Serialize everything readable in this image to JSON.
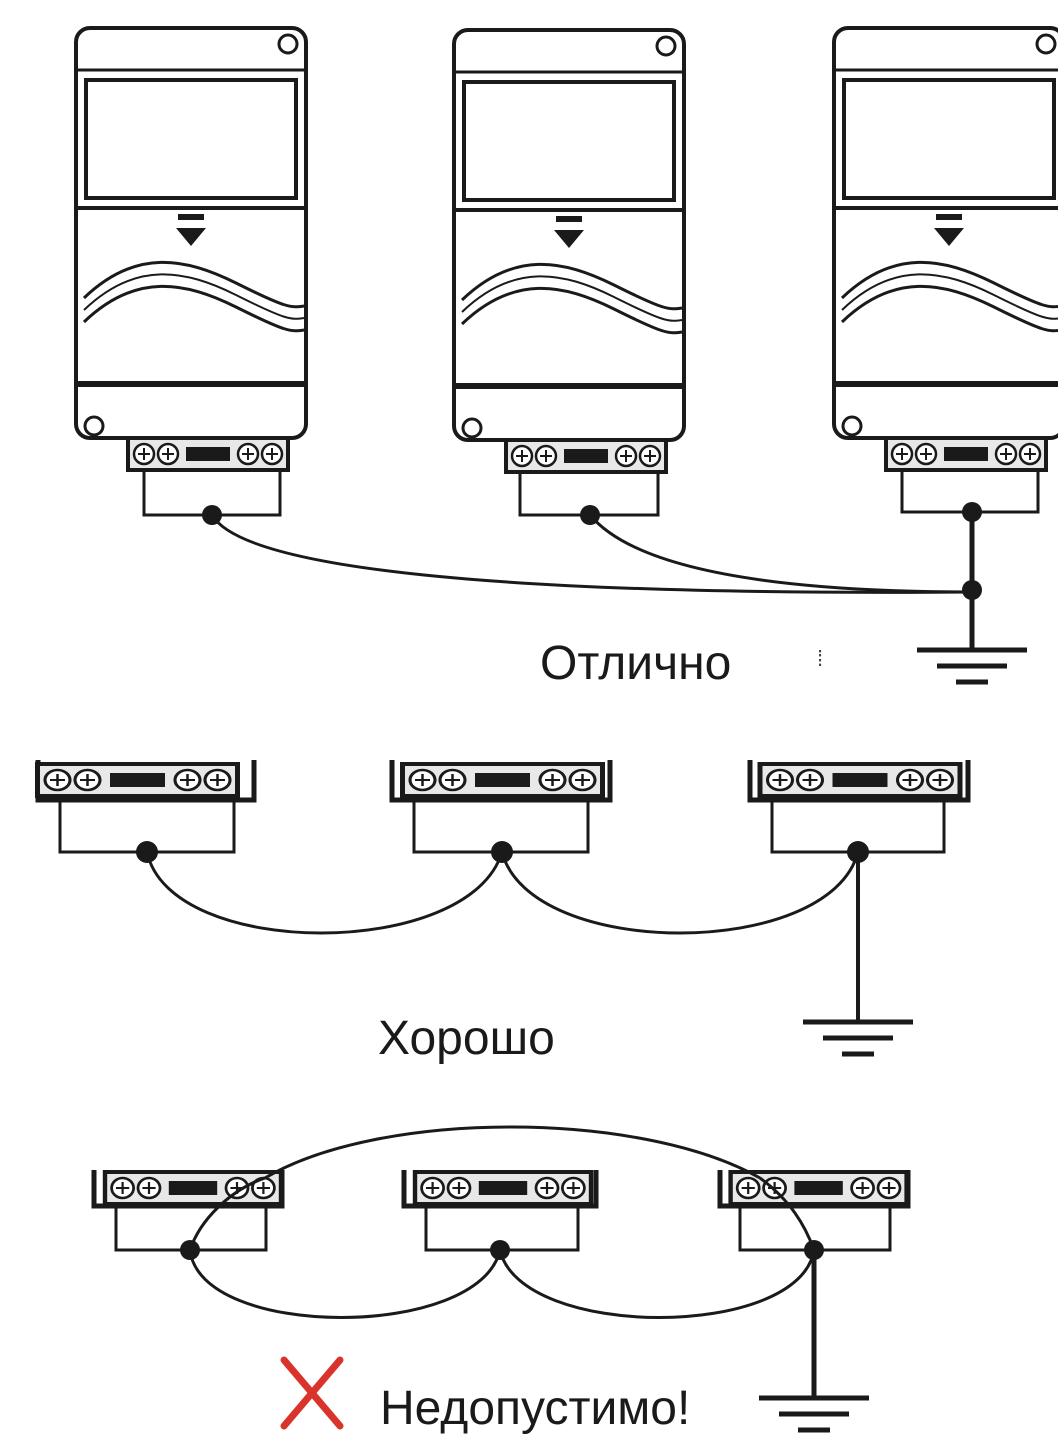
{
  "labels": {
    "excellent": "Отлично",
    "good": "Хорошо",
    "unacceptable": "Недопустимо!",
    "marker": "⁞"
  },
  "colors": {
    "line": "#1a1a1a",
    "cross": "#d9342b",
    "background": "#ffffff"
  },
  "icons": [
    "ground-icon",
    "cross-icon",
    "terminal-screw-icon"
  ]
}
